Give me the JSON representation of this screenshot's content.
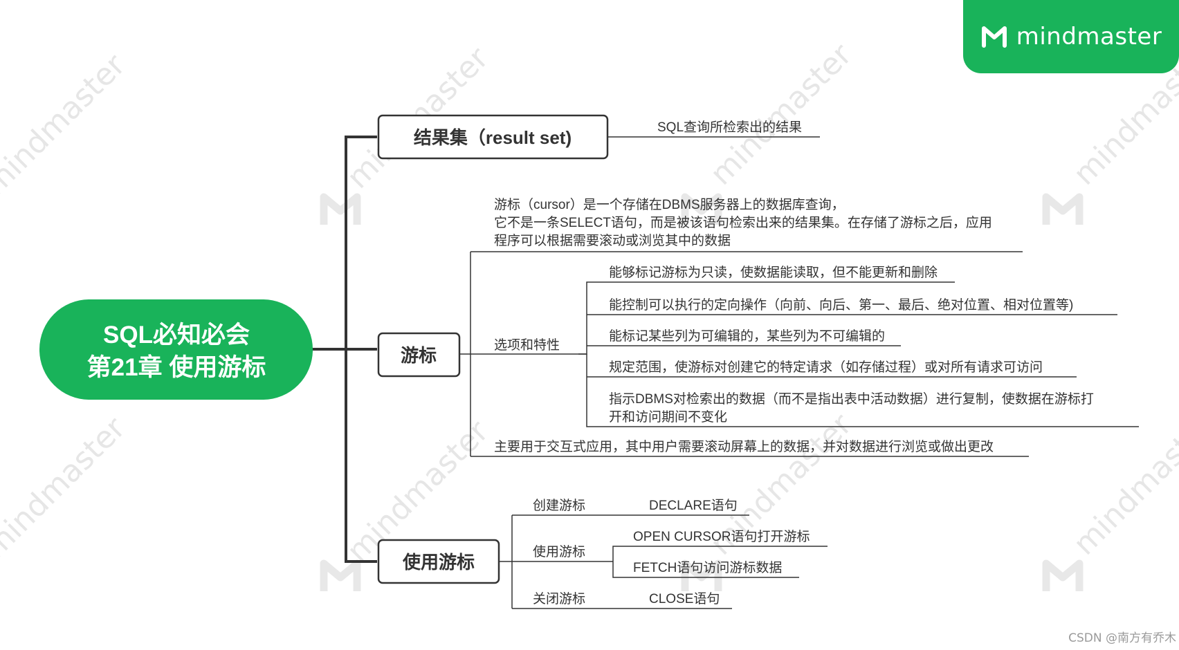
{
  "brand": {
    "name": "mindmaster",
    "color": "#19b35a",
    "icon": "mindmaster-logo-icon"
  },
  "watermark": {
    "text": "mindmaster",
    "color": "#e6e6e6"
  },
  "credit": "CSDN @南方有乔木",
  "mindmap": {
    "root": {
      "lines": [
        "SQL必知必会",
        "第21章 使用游标"
      ],
      "color": "#19b35a"
    },
    "branches": [
      {
        "label": "结果集（result set)",
        "children": [
          {
            "text": "SQL查询所检索出的结果"
          }
        ]
      },
      {
        "label": "游标",
        "children": [
          {
            "lines": [
              "游标（cursor）是一个存储在DBMS服务器上的数据库查询，",
              "它不是一条SELECT语句，而是被该语句检索出来的结果集。在存储了游标之后，应用",
              "程序可以根据需要滚动或浏览其中的数据"
            ]
          },
          {
            "text": "选项和特性",
            "children": [
              {
                "text": "能够标记游标为只读，使数据能读取，但不能更新和删除"
              },
              {
                "text": "能控制可以执行的定向操作（向前、向后、第一、最后、绝对位置、相对位置等)"
              },
              {
                "text": "能标记某些列为可编辑的，某些列为不可编辑的"
              },
              {
                "text": "规定范围，使游标对创建它的特定请求（如存储过程）或对所有请求可访问"
              },
              {
                "lines": [
                  "指示DBMS对检索出的数据（而不是指出表中活动数据）进行复制，使数据在游标打",
                  "开和访问期间不变化"
                ]
              }
            ]
          },
          {
            "text": "主要用于交互式应用，其中用户需要滚动屏幕上的数据，并对数据进行浏览或做出更改"
          }
        ]
      },
      {
        "label": "使用游标",
        "children": [
          {
            "text": "创建游标",
            "children": [
              {
                "text": "DECLARE语句"
              }
            ]
          },
          {
            "text": "使用游标",
            "children": [
              {
                "text": "OPEN CURSOR语句打开游标"
              },
              {
                "text": "FETCH语句访问游标数据"
              }
            ]
          },
          {
            "text": "关闭游标",
            "children": [
              {
                "text": "CLOSE语句"
              }
            ]
          }
        ]
      }
    ]
  }
}
